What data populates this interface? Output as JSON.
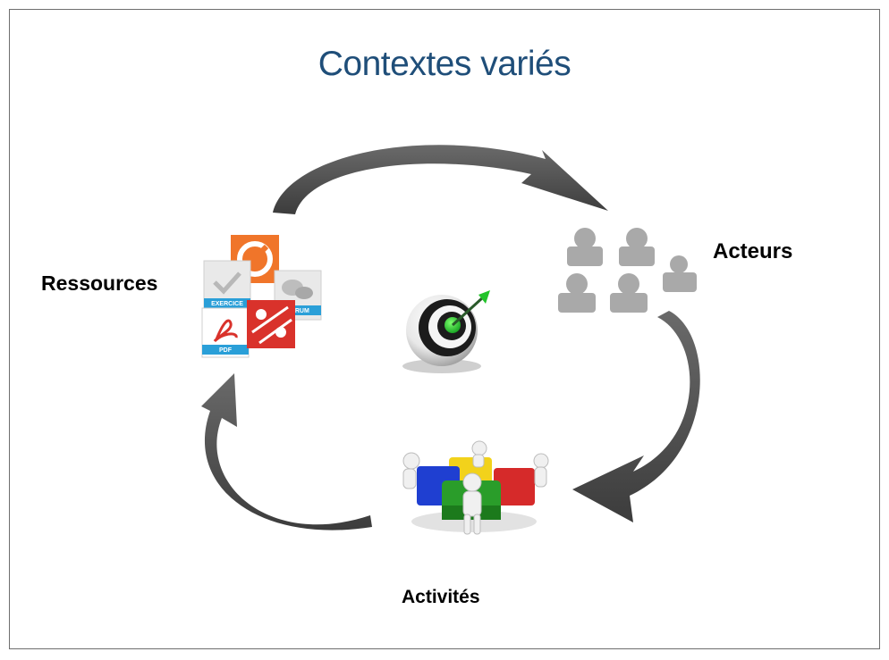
{
  "title": "Contextes variés",
  "nodes": {
    "ressources": {
      "label": "Ressources",
      "icons": [
        "exercise-icon",
        "forum-icon",
        "pdf-icon",
        "puzzle-icon",
        "orange-logo-icon"
      ],
      "icon_labels": {
        "exercise": "EXERCICE",
        "forum": "FORUM",
        "pdf": "PDF"
      }
    },
    "acteurs": {
      "label": "Acteurs",
      "icons": [
        "people-group-icon"
      ]
    },
    "activites": {
      "label": "Activités",
      "icons": [
        "puzzle-figures-icon"
      ]
    },
    "center": {
      "icons": [
        "target-icon"
      ]
    }
  },
  "colors": {
    "title": "#1f4e79",
    "arrow": "#505050",
    "people": "#a9a9a9",
    "target_green": "#22c32a",
    "icon_blue": "#2a9fd8",
    "icon_red": "#d9322b",
    "icon_orange": "#f0752a"
  }
}
